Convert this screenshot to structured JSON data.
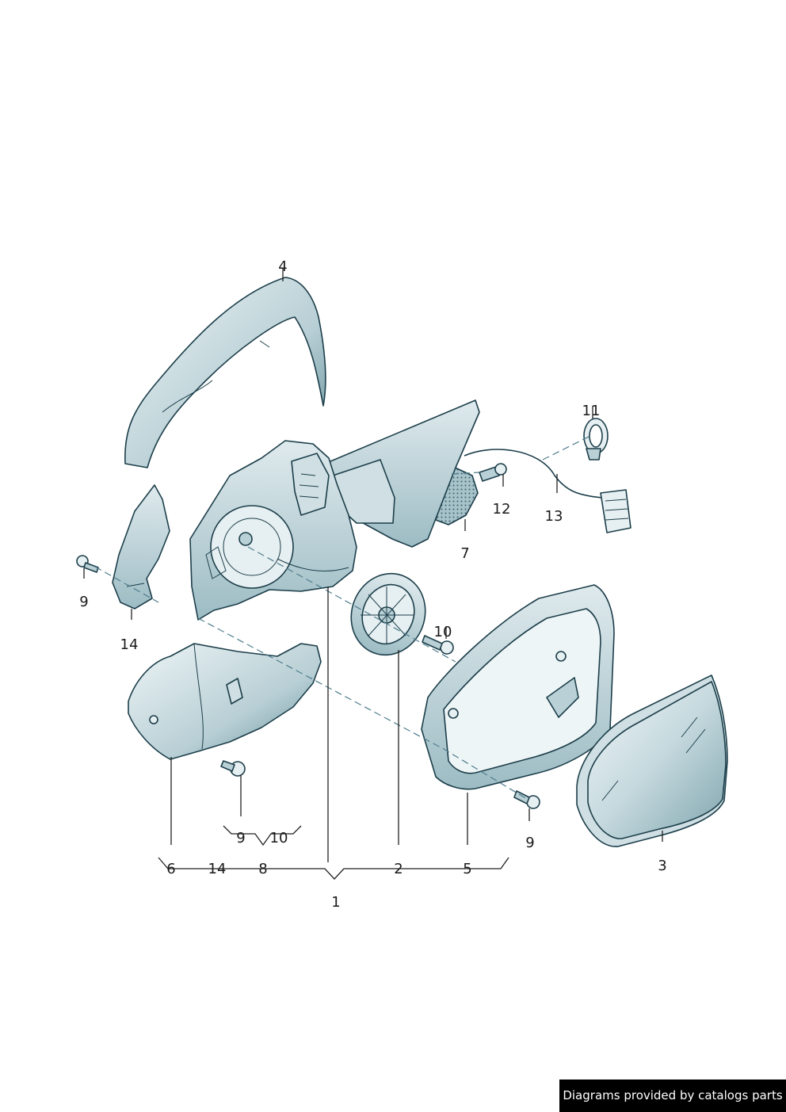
{
  "diagram": {
    "parts": [
      {
        "callout": "1",
        "name": "mirror-assembly"
      },
      {
        "callout": "2",
        "name": "adjustment-motor"
      },
      {
        "callout": "3",
        "name": "mirror-glass"
      },
      {
        "callout": "4",
        "name": "mirror-cap"
      },
      {
        "callout": "5",
        "name": "glass-frame"
      },
      {
        "callout": "6",
        "name": "lower-housing"
      },
      {
        "callout": "7",
        "name": "seal-pad"
      },
      {
        "callout": "8",
        "name": "fastener-set"
      },
      {
        "callout": "9",
        "name": "screw"
      },
      {
        "callout": "10",
        "name": "screw"
      },
      {
        "callout": "11",
        "name": "cable-clip"
      },
      {
        "callout": "12",
        "name": "bolt"
      },
      {
        "callout": "13",
        "name": "wiring-harness"
      },
      {
        "callout": "14",
        "name": "bracket"
      }
    ],
    "callouts": {
      "c4": "4",
      "c11": "11",
      "c12": "12",
      "c13": "13",
      "c7": "7",
      "c9_left": "9",
      "c14_left": "14",
      "c10_mid": "10",
      "c9_bottom": "9",
      "c10_bottom": "10",
      "c9_right": "9",
      "c6": "6",
      "c14_bottom": "14",
      "c8": "8",
      "c2": "2",
      "c5": "5",
      "c1": "1",
      "c3": "3"
    },
    "colors": {
      "part_fill_light": "#e8f1f3",
      "part_fill_mid": "#b9d0d6",
      "part_fill_dark": "#6f98a3",
      "outline": "#1c3e4a"
    }
  },
  "footer": {
    "credit": "Diagrams provided by catalogs parts"
  }
}
